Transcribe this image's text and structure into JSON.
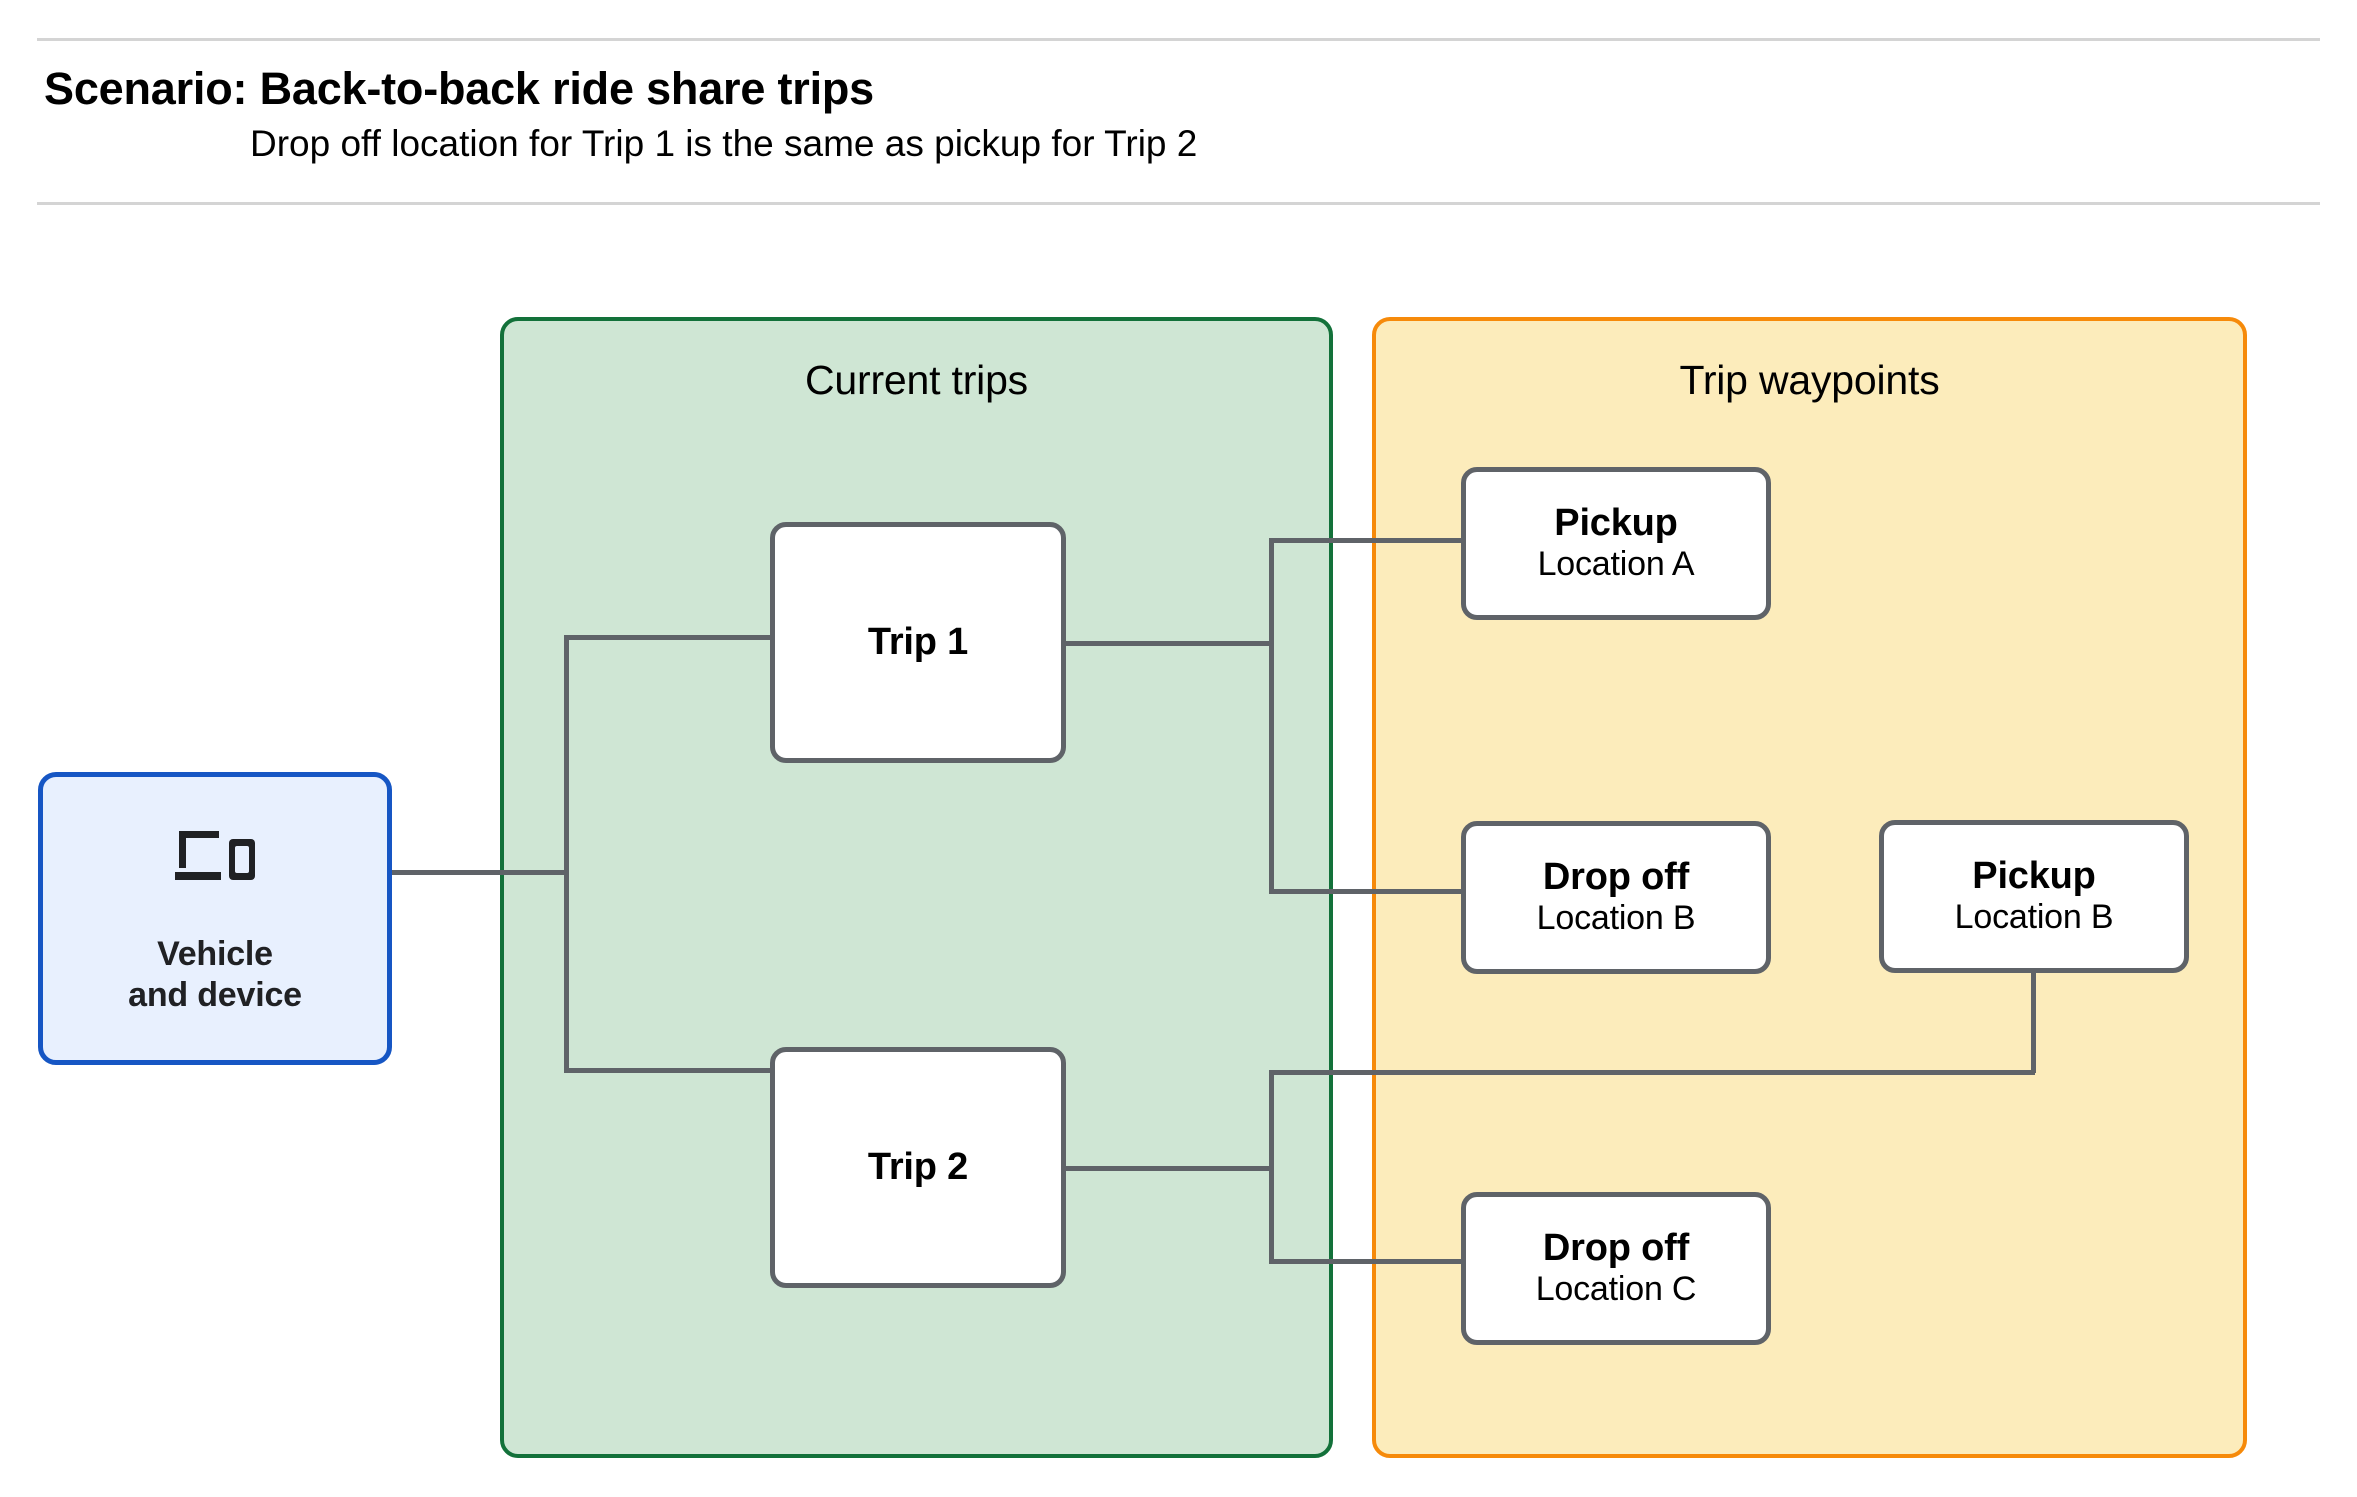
{
  "header": {
    "title": "Scenario: Back-to-back ride share trips",
    "subtitle": "Drop off  location for Trip 1 is the same as pickup for Trip 2"
  },
  "panels": {
    "current_trips": {
      "title": "Current trips",
      "fill": "#cfe6d4",
      "border": "#13713a"
    },
    "trip_waypoints": {
      "title": "Trip waypoints",
      "fill": "#fcecbb",
      "border": "#f68a0a"
    }
  },
  "vehicle": {
    "icon": "laptop-and-phone-icon",
    "line1": "Vehicle",
    "line2": "and device",
    "fill": "#e8f0fe",
    "border": "#1656c4"
  },
  "trips": [
    {
      "label": "Trip 1"
    },
    {
      "label": "Trip 2"
    }
  ],
  "waypoints": [
    {
      "type": "Pickup",
      "location": "Location A",
      "trip": "Trip 1"
    },
    {
      "type": "Drop off",
      "location": "Location B",
      "trip": "Trip 1"
    },
    {
      "type": "Pickup",
      "location": "Location B",
      "trip": "Trip 2"
    },
    {
      "type": "Drop off",
      "location": "Location C",
      "trip": "Trip 2"
    }
  ],
  "colors": {
    "connector": "#5f6368",
    "node_border": "#5f6368",
    "node_fill": "#ffffff",
    "rule": "#d4d4d4"
  }
}
